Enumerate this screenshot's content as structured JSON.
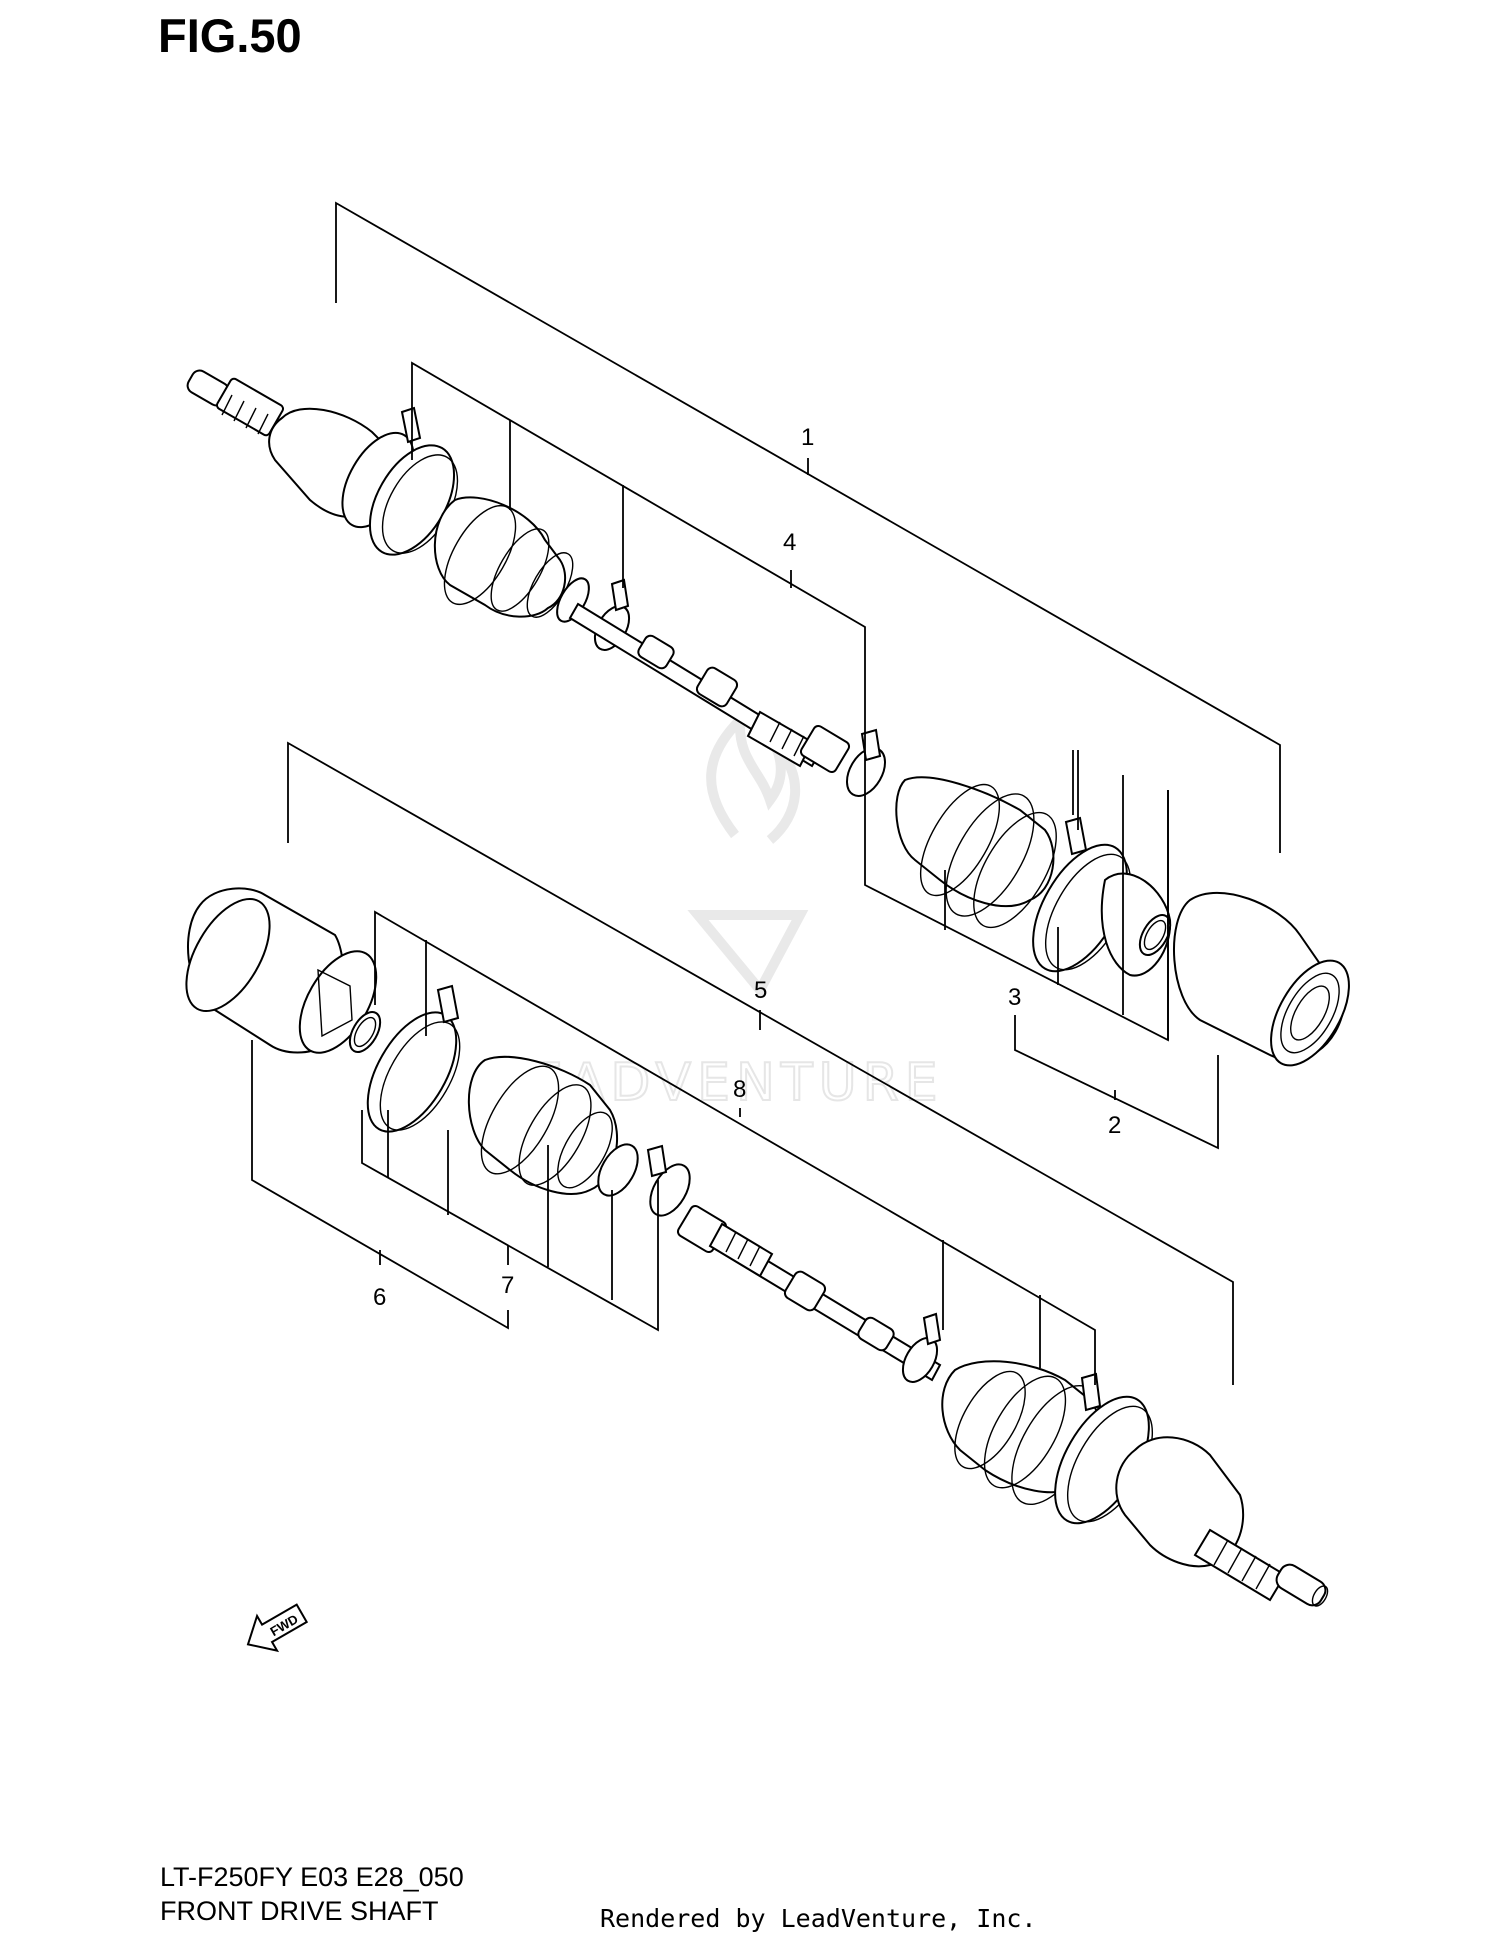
{
  "figure": {
    "title": "FIG.50"
  },
  "footer": {
    "model_code": "LT-F250FY E03 E28_050",
    "section_name": "FRONT DRIVE SHAFT",
    "credit": "Rendered by LeadVenture, Inc."
  },
  "watermark": {
    "text": "LEADVENTURE"
  },
  "direction_marker": {
    "label": "FWD",
    "icon": "forward-arrow-icon"
  },
  "callouts": {
    "c1": "1",
    "c2": "2",
    "c3": "3",
    "c4": "4",
    "c5": "5",
    "c6": "6",
    "c7": "7",
    "c8": "8"
  }
}
